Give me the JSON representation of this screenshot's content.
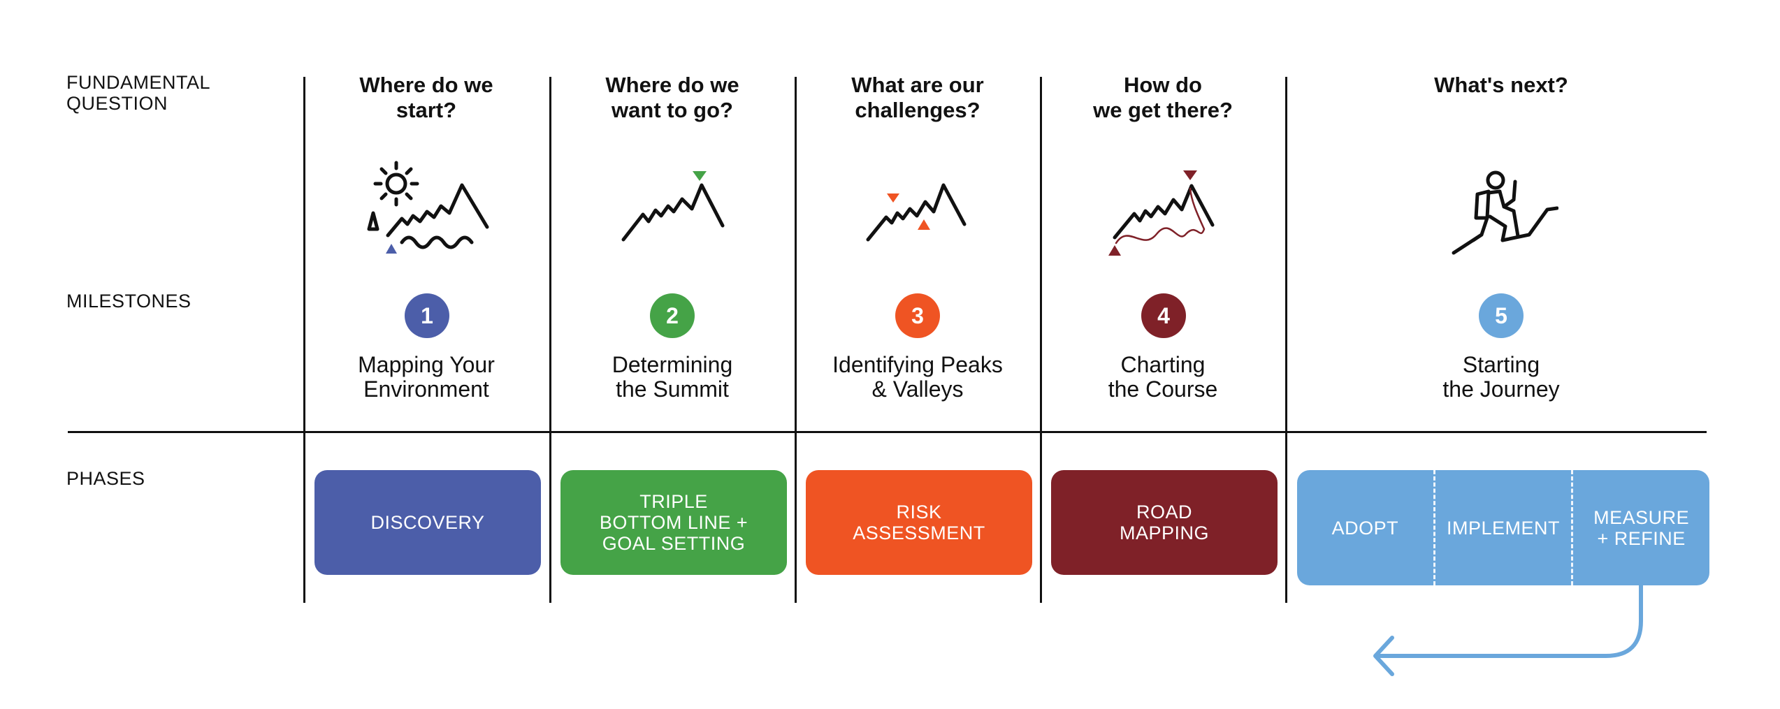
{
  "row_labels": {
    "question": [
      "FUNDAMENTAL",
      "QUESTION"
    ],
    "milestones": "MILESTONES",
    "phases": "PHASES"
  },
  "colors": {
    "blue": "#4c5ea9",
    "green": "#45a347",
    "orange": "#ef5423",
    "maroon": "#7f2128",
    "lightblue": "#6aa7dc"
  },
  "columns": [
    {
      "question": [
        "Where do we",
        "start?"
      ],
      "icon": "mountain-with-sun-water-icon",
      "number": "1",
      "milestone": [
        "Mapping Your",
        "Environment"
      ],
      "phase": [
        "DISCOVERY"
      ]
    },
    {
      "question": [
        "Where do we",
        "want to go?"
      ],
      "icon": "mountain-summit-flag-icon",
      "number": "2",
      "milestone": [
        "Determining",
        "the Summit"
      ],
      "phase": [
        "TRIPLE",
        "BOTTOM LINE +",
        "GOAL SETTING"
      ]
    },
    {
      "question": [
        "What are our",
        "challenges?"
      ],
      "icon": "mountain-peaks-valleys-icon",
      "number": "3",
      "milestone": [
        "Identifying Peaks",
        "& Valleys"
      ],
      "phase": [
        "RISK",
        "ASSESSMENT"
      ]
    },
    {
      "question": [
        "How do",
        "we get there?"
      ],
      "icon": "mountain-route-icon",
      "number": "4",
      "milestone": [
        "Charting",
        "the Course"
      ],
      "phase": [
        "ROAD",
        "MAPPING"
      ]
    },
    {
      "question": [
        "What's next?"
      ],
      "icon": "hiker-icon",
      "number": "5",
      "milestone": [
        "Starting",
        "the Journey"
      ],
      "phase_parts": [
        [
          "ADOPT"
        ],
        [
          "IMPLEMENT"
        ],
        [
          "MEASURE",
          "+ REFINE"
        ]
      ]
    }
  ]
}
